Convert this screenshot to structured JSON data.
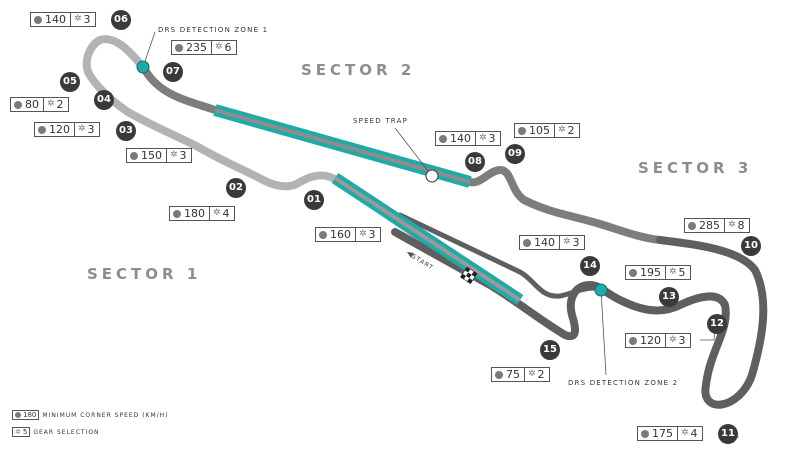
{
  "sectors": [
    "SECTOR 1",
    "SECTOR 2",
    "SECTOR 3"
  ],
  "labels": {
    "drs_zone_1": "DRS DETECTION ZONE 1",
    "drs_zone_2": "DRS DETECTION ZONE 2",
    "speed_trap": "SPEED TRAP",
    "start": "START"
  },
  "corners": [
    {
      "number": "01",
      "speed": "160",
      "gear": "3"
    },
    {
      "number": "02",
      "speed": "180",
      "gear": "4"
    },
    {
      "number": "03",
      "speed": "150",
      "gear": "3"
    },
    {
      "number": "04",
      "speed": "120",
      "gear": "3"
    },
    {
      "number": "05",
      "speed": "80",
      "gear": "2"
    },
    {
      "number": "06",
      "speed": "140",
      "gear": "3"
    },
    {
      "number": "07",
      "speed": "235",
      "gear": "6"
    },
    {
      "number": "08",
      "speed": "140",
      "gear": "3"
    },
    {
      "number": "09",
      "speed": "105",
      "gear": "2"
    },
    {
      "number": "10",
      "speed": "285",
      "gear": "8"
    },
    {
      "number": "11",
      "speed": "175",
      "gear": "4"
    },
    {
      "number": "12",
      "speed": "120",
      "gear": "3"
    },
    {
      "number": "13",
      "speed": "195",
      "gear": "5"
    },
    {
      "number": "14",
      "speed": "140",
      "gear": "3"
    },
    {
      "number": "15",
      "speed": "75",
      "gear": "2"
    }
  ],
  "legend": {
    "speed_value": "180",
    "speed_text": "MINIMUM CORNER SPEED (KM/H)",
    "gear_value": "5",
    "gear_text": "GEAR SELECTION"
  },
  "colors": {
    "sector1_track": "#b3b3b3",
    "sector2_track": "#7d7d7d",
    "sector3_track": "#5f5f5f",
    "drs_zone": "#1faaa8",
    "badge": "#3a3a3a"
  }
}
